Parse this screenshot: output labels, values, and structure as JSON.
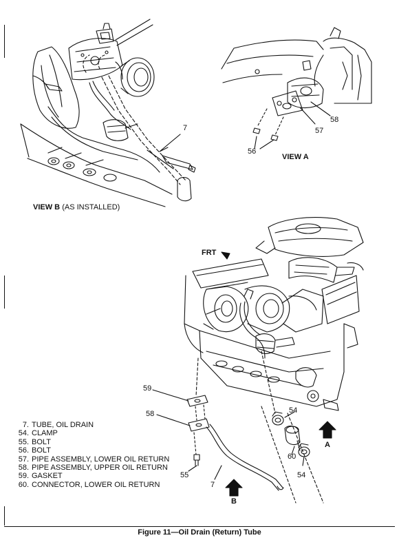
{
  "views": {
    "view_b": {
      "title": "VIEW B",
      "subtitle": "(AS INSTALLED)"
    },
    "view_a": {
      "title": "VIEW A"
    }
  },
  "callouts": {
    "b_7": "7",
    "a_56": "56",
    "a_57": "57",
    "a_58": "58",
    "m_59": "59",
    "m_58": "58",
    "m_55": "55",
    "m_7": "7",
    "m_54a": "54",
    "m_54b": "54",
    "m_60": "60",
    "arrow_a": "A",
    "arrow_b": "B",
    "frt": "FRT"
  },
  "legend": [
    {
      "num": "7.",
      "text": "TUBE, OIL DRAIN"
    },
    {
      "num": "54.",
      "text": "CLAMP"
    },
    {
      "num": "55.",
      "text": "BOLT"
    },
    {
      "num": "56.",
      "text": "BOLT"
    },
    {
      "num": "57.",
      "text": "PIPE ASSEMBLY, LOWER OIL RETURN"
    },
    {
      "num": "58.",
      "text": "PIPE ASSEMBLY, UPPER OIL RETURN"
    },
    {
      "num": "59.",
      "text": "GASKET"
    },
    {
      "num": "60.",
      "text": "CONNECTOR, LOWER OIL RETURN"
    }
  ],
  "caption": "Figure 11—Oil Drain (Return) Tube"
}
